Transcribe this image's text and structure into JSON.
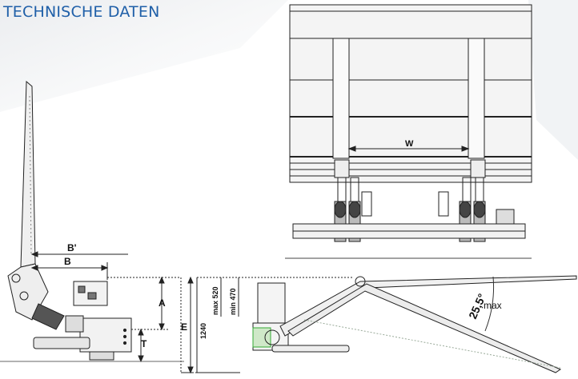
{
  "header": {
    "title": "TECHNISCHE DATEN"
  },
  "labels": {
    "w": "W",
    "b_prime": "B'",
    "b": "B",
    "a": "A",
    "t": "T",
    "e": "E",
    "h1240": "1240",
    "max520": "max 520",
    "min470": "min 470",
    "angle": "25,5°",
    "max": "max"
  },
  "colors": {
    "title": "#1f5fa8",
    "line": "#222222",
    "hatch": "#777777"
  }
}
